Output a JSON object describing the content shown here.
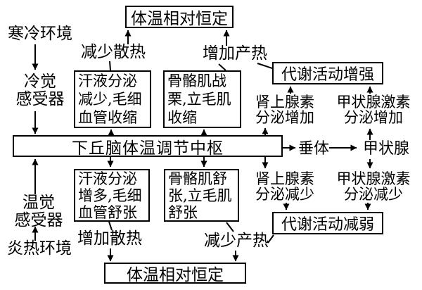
{
  "colors": {
    "ink": "#000000",
    "background": "#ffffff"
  },
  "boxes": {
    "top_constant": {
      "label": "体温相对恒定"
    },
    "metab_up": {
      "label": "代谢活动增强"
    },
    "sweat_decrease": {
      "lines": [
        "汗液分泌",
        "减少,毛细",
        "血管收缩"
      ]
    },
    "muscle_shiver": {
      "lines": [
        "骨骼肌战",
        "栗,立毛肌",
        "收缩"
      ]
    },
    "center": {
      "label": "下丘脑体温调节中枢"
    },
    "sweat_increase": {
      "lines": [
        "汗液分泌",
        "增多,毛细",
        "血管舒张"
      ]
    },
    "muscle_relax": {
      "lines": [
        "骨骼肌舒",
        "张,立毛肌",
        "舒张"
      ]
    },
    "metab_down": {
      "label": "代谢活动减弱"
    },
    "bottom_constant": {
      "label": "体温相对恒定"
    }
  },
  "labels": {
    "cold_env": "寒冷环境",
    "cold_receptor": {
      "lines": [
        "冷觉",
        "感受器"
      ]
    },
    "warm_receptor": {
      "lines": [
        "温觉",
        "感受器"
      ]
    },
    "hot_env": "炎热环境",
    "less_heat_loss": "减少散热",
    "more_heat_prod": "增加产热",
    "more_heat_loss": "增加散热",
    "less_heat_prod": "减少产热",
    "adrenaline_up": {
      "lines": [
        "肾上腺素",
        "分泌增加"
      ]
    },
    "thyroid_hormone_up": {
      "lines": [
        "甲状腺激素",
        "分泌增加"
      ]
    },
    "adrenaline_down": {
      "lines": [
        "肾上腺素",
        "分泌减少"
      ]
    },
    "thyroid_hormone_down": {
      "lines": [
        "甲状腺激素",
        "分泌减少"
      ]
    },
    "pituitary": "垂体",
    "thyroid": "甲状腺"
  }
}
